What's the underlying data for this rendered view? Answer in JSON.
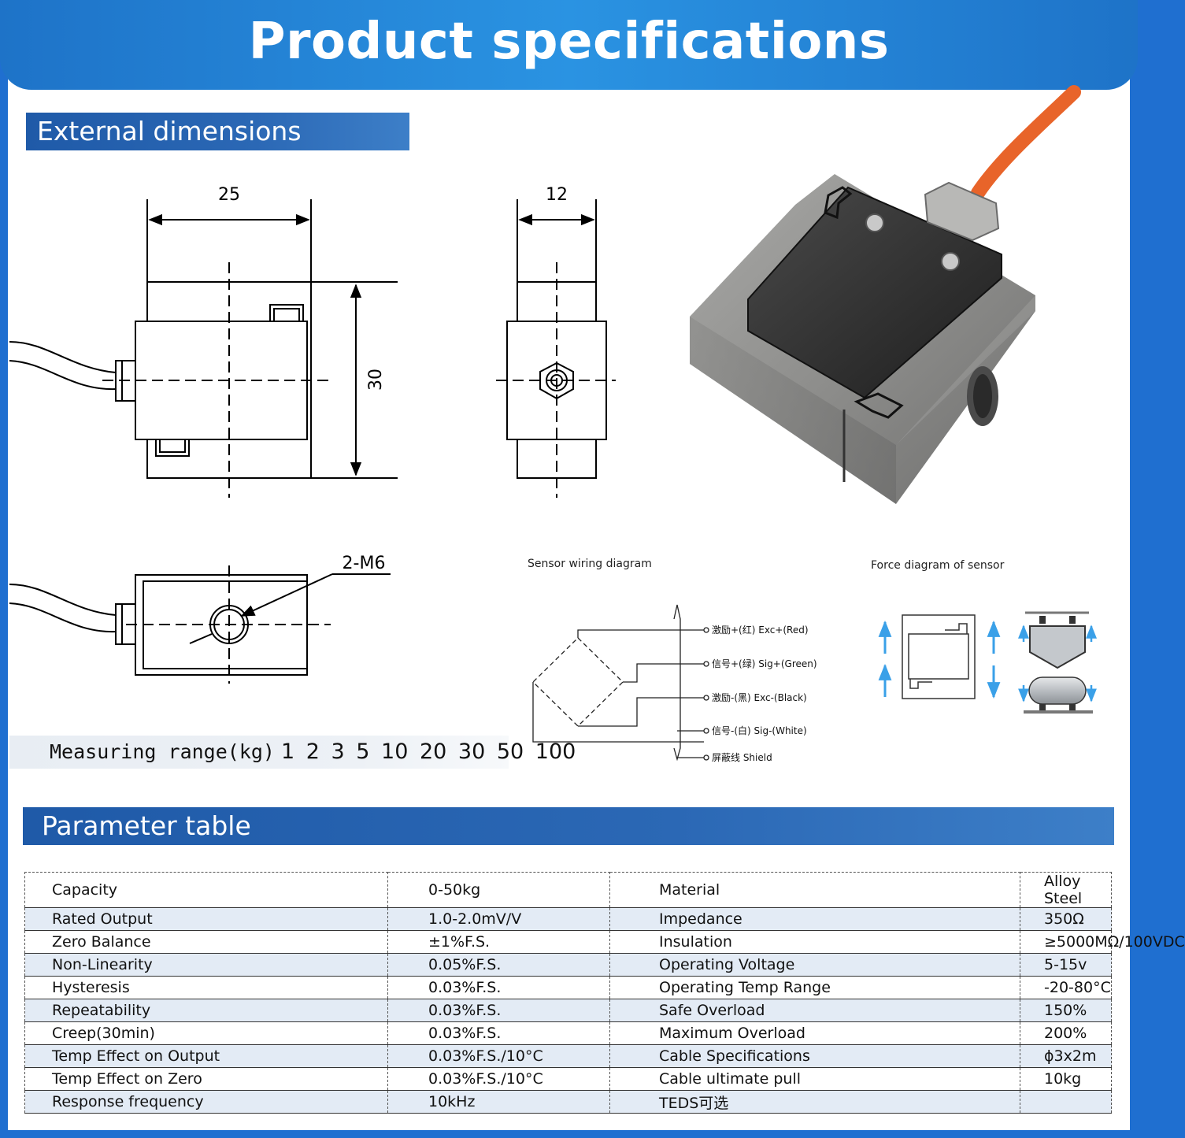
{
  "banner": {
    "title": "Product specifications"
  },
  "external_dimensions": {
    "heading": "External dimensions",
    "dim_width": "25",
    "dim_depth": "12",
    "dim_height": "30",
    "thread_label": "2-M6"
  },
  "wiring": {
    "title": "Sensor wiring diagram",
    "wires": [
      "激励+(红) Exc+(Red)",
      "信号+(绿) Sig+(Green)",
      "激励-(黑) Exc-(Black)",
      "信号-(白) Sig-(White)",
      "屏蔽线 Shield"
    ]
  },
  "force": {
    "title": "Force diagram of sensor"
  },
  "measuring_range": {
    "label": "Measuring range(kg)",
    "values": "1 2 3 5 10 20 30 50 100"
  },
  "parameter_table": {
    "heading": "Parameter table",
    "rows": [
      [
        "Capacity",
        "0-50kg",
        "Material",
        "Alloy Steel"
      ],
      [
        "Rated Output",
        "1.0-2.0mV/V",
        "Impedance",
        "350Ω"
      ],
      [
        "Zero Balance",
        "±1%F.S.",
        "Insulation",
        "≥5000MΩ/100VDC"
      ],
      [
        "Non-Linearity",
        "0.05%F.S.",
        "Operating Voltage",
        "5-15v"
      ],
      [
        "Hysteresis",
        "0.03%F.S.",
        "Operating Temp Range",
        "-20-80°C"
      ],
      [
        "Repeatability",
        "0.03%F.S.",
        "Safe Overload",
        "150%"
      ],
      [
        "Creep(30min)",
        "0.03%F.S.",
        "Maximum Overload",
        "200%"
      ],
      [
        "Temp Effect on Output",
        "0.03%F.S./10°C",
        "Cable Specifications",
        "ϕ3x2m"
      ],
      [
        "Temp Effect on Zero",
        "0.03%F.S./10°C",
        "Cable ultimate pull",
        "10kg"
      ],
      [
        "Response frequency",
        "10kHz",
        "TEDS可选",
        ""
      ]
    ]
  },
  "colors": {
    "banner_blue": "#2a93e2",
    "section_blue": "#1f5aa8",
    "cable_orange": "#e8642a",
    "arrow_blue": "#3aa0e8"
  }
}
